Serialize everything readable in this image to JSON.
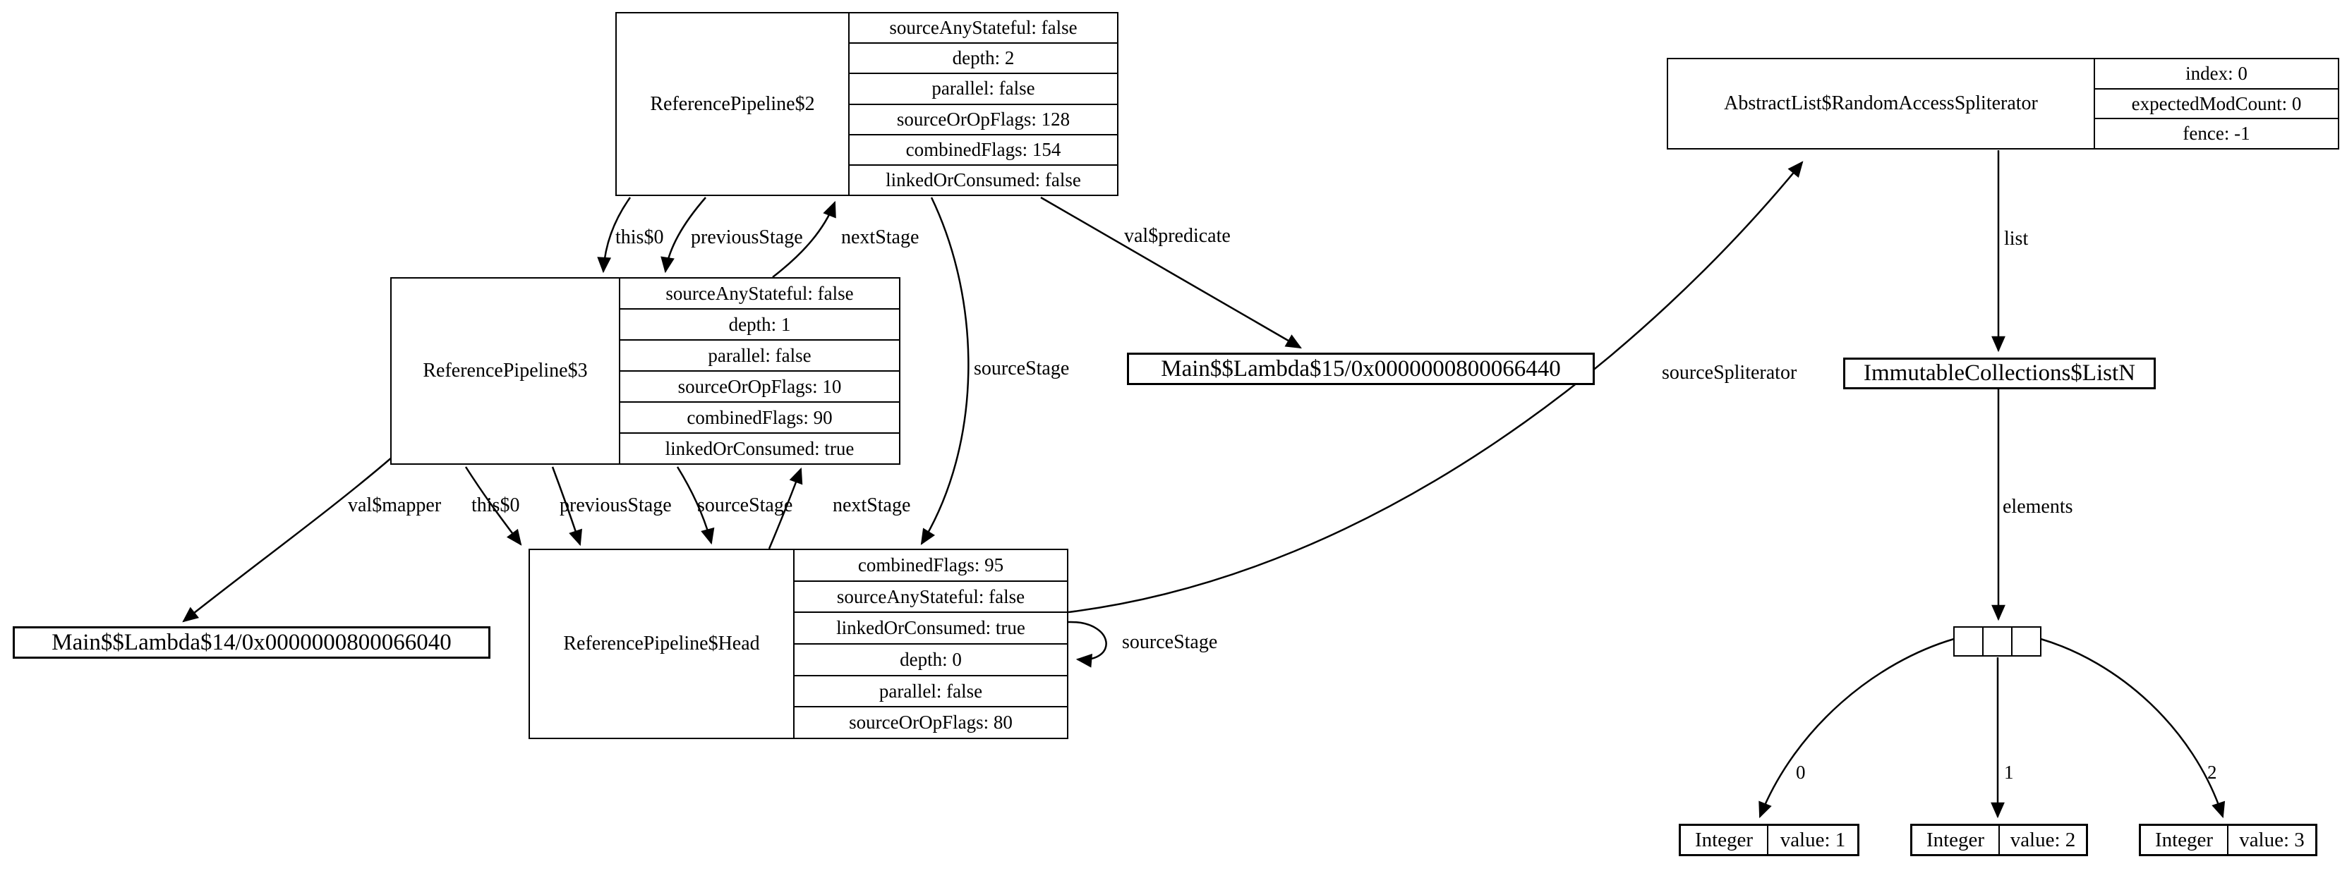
{
  "diagram": {
    "colors": {
      "background": "#ffffff",
      "stroke": "#000000"
    },
    "nodes": {
      "rp2": {
        "title": "ReferencePipeline$2",
        "fields": [
          "sourceAnyStateful: false",
          "depth: 2",
          "parallel: false",
          "sourceOrOpFlags: 128",
          "combinedFlags: 154",
          "linkedOrConsumed: false"
        ]
      },
      "rp3": {
        "title": "ReferencePipeline$3",
        "fields": [
          "sourceAnyStateful: false",
          "depth: 1",
          "parallel: false",
          "sourceOrOpFlags: 10",
          "combinedFlags: 90",
          "linkedOrConsumed: true"
        ]
      },
      "head": {
        "title": "ReferencePipeline$Head",
        "fields": [
          "combinedFlags: 95",
          "sourceAnyStateful: false",
          "linkedOrConsumed: true",
          "depth: 0",
          "parallel: false",
          "sourceOrOpFlags: 80"
        ]
      },
      "lambda14": {
        "title": "Main$$Lambda$14/0x0000000800066040"
      },
      "lambda15": {
        "title": "Main$$Lambda$15/0x0000000800066440"
      },
      "spliterator": {
        "title": "AbstractList$RandomAccessSpliterator",
        "fields": [
          "index: 0",
          "expectedModCount: 0",
          "fence: -1"
        ]
      },
      "listn": {
        "title": "ImmutableCollections$ListN"
      },
      "array": {
        "slots": 3
      },
      "int1": {
        "title": "Integer",
        "value": "value: 1"
      },
      "int2": {
        "title": "Integer",
        "value": "value: 2"
      },
      "int3": {
        "title": "Integer",
        "value": "value: 3"
      }
    },
    "edge_labels": {
      "rp2_this0": "this$0",
      "rp2_previousStage": "previousStage",
      "rp3_nextStage": "nextStage",
      "rp2_sourceStage": "sourceStage",
      "rp2_valPredicate": "val$predicate",
      "rp3_valMapper": "val$mapper",
      "rp3_this0": "this$0",
      "rp3_previousStage": "previousStage",
      "rp3_sourceStage": "sourceStage",
      "head_nextStage": "nextStage",
      "head_sourceStageSelf": "sourceStage",
      "head_sourceSpliterator": "sourceSpliterator",
      "spliterator_list": "list",
      "listn_elements": "elements",
      "index0": "0",
      "index1": "1",
      "index2": "2"
    }
  }
}
